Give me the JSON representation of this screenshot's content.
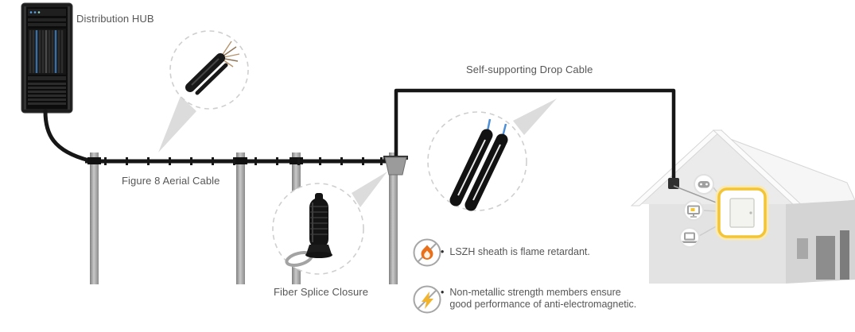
{
  "labels": {
    "distribution_hub": "Distribution HUB",
    "figure8_aerial_cable": "Figure 8 Aerial Cable",
    "fiber_splice_closure": "Fiber Splice Closure",
    "self_supporting_drop_cable": "Self-supporting Drop Cable"
  },
  "features": {
    "bullet": "•",
    "items": [
      {
        "icon": "flame-icon",
        "lines": [
          "LSZH sheath is flame retardant."
        ]
      },
      {
        "icon": "lightning-icon",
        "lines": [
          "Non-metallic strength members ensure",
          "good performance of anti-electromagnetic."
        ]
      }
    ]
  },
  "icons": {
    "flame": "flame-icon",
    "lightning": "lightning-icon",
    "game_controller": "game-controller-icon",
    "tv": "tv-icon",
    "laptop": "laptop-icon",
    "server_rack": "server-rack-icon"
  },
  "colors": {
    "cable": "#161616",
    "pole": "#9e9e9e",
    "callout_dash": "#cfcfcf",
    "label_text": "#565656",
    "flame": "#e8701a",
    "lightning": "#f2b42d",
    "house_accent": "#f3c435",
    "fiber_blue": "#4d8fd6",
    "fiber_tan": "#b5936b"
  }
}
